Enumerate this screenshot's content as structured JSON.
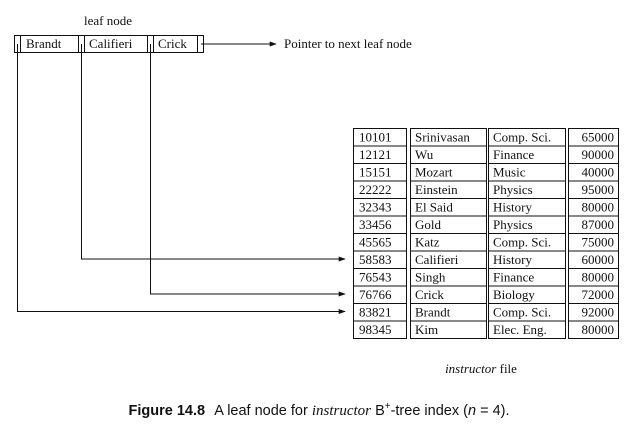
{
  "leaf_node": {
    "label": "leaf node",
    "keys": [
      "Brandt",
      "Califieri",
      "Crick"
    ],
    "next_pointer_label": "Pointer to next leaf node"
  },
  "instructor_file": {
    "label": "instructor",
    "label_suffix": "file",
    "records": [
      [
        "10101",
        "Srinivasan",
        "Comp. Sci.",
        "65000"
      ],
      [
        "12121",
        "Wu",
        "Finance",
        "90000"
      ],
      [
        "15151",
        "Mozart",
        "Music",
        "40000"
      ],
      [
        "22222",
        "Einstein",
        "Physics",
        "95000"
      ],
      [
        "32343",
        "El Said",
        "History",
        "80000"
      ],
      [
        "33456",
        "Gold",
        "Physics",
        "87000"
      ],
      [
        "45565",
        "Katz",
        "Comp. Sci.",
        "75000"
      ],
      [
        "58583",
        "Califieri",
        "History",
        "60000"
      ],
      [
        "76543",
        "Singh",
        "Finance",
        "80000"
      ],
      [
        "76766",
        "Crick",
        "Biology",
        "72000"
      ],
      [
        "83821",
        "Brandt",
        "Comp. Sci.",
        "92000"
      ],
      [
        "98345",
        "Kim",
        "Elec. Eng.",
        "80000"
      ]
    ],
    "pointer_links": [
      {
        "key": "Brandt",
        "record": 10
      },
      {
        "key": "Califieri",
        "record": 7
      },
      {
        "key": "Crick",
        "record": 9
      }
    ]
  },
  "caption": {
    "figure_label": "Figure 14.8",
    "text_before": "A leaf node for",
    "index_name": "instructor",
    "tree_name": "B",
    "superscript": "+",
    "text_after": "-tree index (",
    "variable": "n",
    "equals": "=",
    "value": "4",
    "closing": ")."
  }
}
